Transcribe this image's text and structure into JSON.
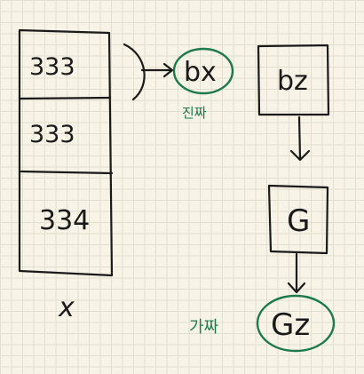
{
  "memory": {
    "cells": [
      "333",
      "333",
      "334"
    ],
    "label": "x"
  },
  "nodes": {
    "bx": "bx",
    "bx_note": "진짜",
    "bz": "bz",
    "g": "G",
    "gz": "Gz",
    "gz_note": "가짜"
  },
  "colors": {
    "ink": "#1a1a1a",
    "green": "#1e7a4a",
    "paper": "#f7f3e6"
  }
}
